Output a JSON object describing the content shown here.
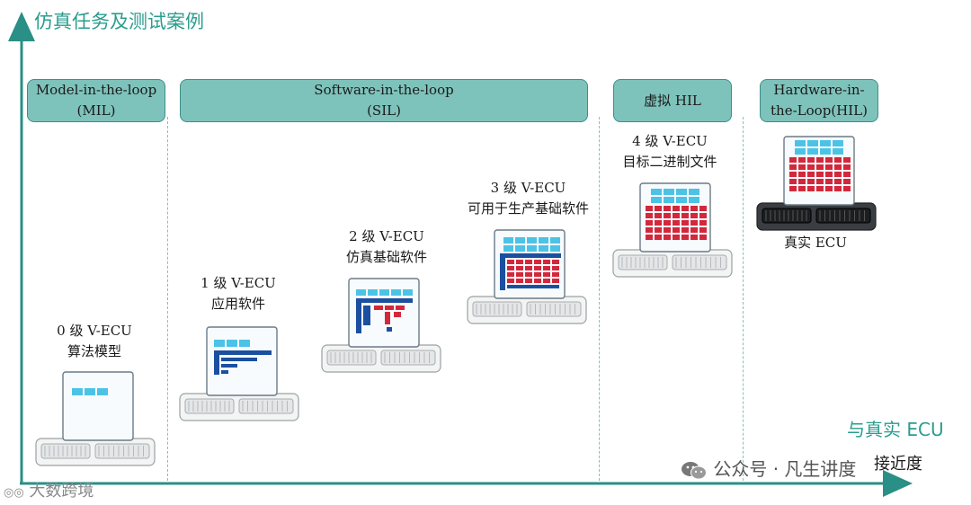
{
  "diagram": {
    "y_axis_title": "仿真任务及测试案例",
    "x_axis_title": [
      "与真实 ECU",
      "接近度"
    ]
  },
  "phases": [
    {
      "id": "mil",
      "lines": [
        "Model-in-the-loop",
        "(MIL)"
      ]
    },
    {
      "id": "sil",
      "lines": [
        "Software-in-the-loop",
        "(SIL)"
      ]
    },
    {
      "id": "vhil",
      "lines": [
        "虚拟 HIL"
      ]
    },
    {
      "id": "hil",
      "lines": [
        "Hardware-in-",
        "the-Loop(HIL)"
      ]
    }
  ],
  "levels": [
    {
      "id": "level0",
      "lines": [
        "0 级 V-ECU",
        "算法模型"
      ]
    },
    {
      "id": "level1",
      "lines": [
        "1 级 V-ECU",
        "应用软件"
      ]
    },
    {
      "id": "level2",
      "lines": [
        "2 级 V-ECU",
        "仿真基础软件"
      ]
    },
    {
      "id": "level3",
      "lines": [
        "3 级 V-ECU",
        "可用于生产基础软件"
      ]
    },
    {
      "id": "level4",
      "lines": [
        "4 级 V-ECU",
        "目标二进制文件"
      ]
    },
    {
      "id": "real",
      "lines": [
        "真实 ECU"
      ]
    }
  ],
  "watermarks": {
    "left": "大数跨境",
    "right": "公众号 · 凡生讲度"
  },
  "colors": {
    "teal": "#2a9d8f",
    "phase_fill": "#7ec3bb",
    "light_blue": "#4cc3e6",
    "dark_blue": "#1b4fa0",
    "red": "#d3283c",
    "arrow": "#2a8f86"
  }
}
